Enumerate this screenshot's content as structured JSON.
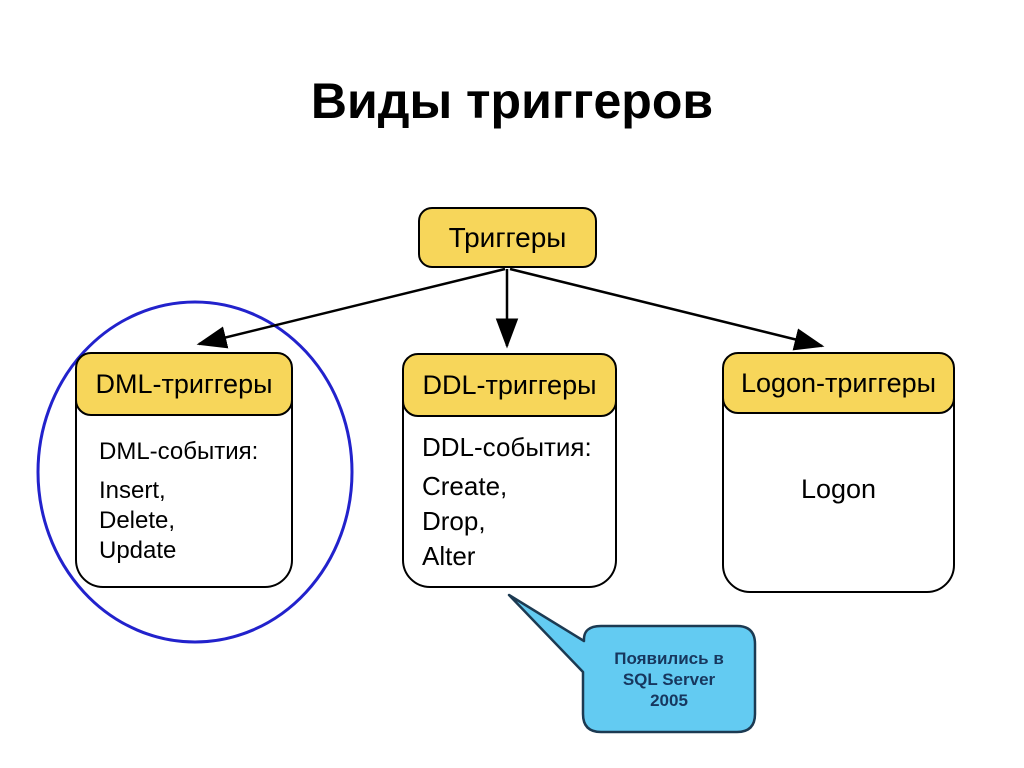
{
  "title": "Виды триггеров",
  "root_node": {
    "label": "Триггеры"
  },
  "cards": [
    {
      "header": "DML-триггеры",
      "events_label": "DML-события:",
      "events": [
        "Insert,",
        "Delete,",
        "Update"
      ]
    },
    {
      "header": "DDL-триггеры",
      "events_label": "DDL-события:",
      "events": [
        "Create,",
        "Drop,",
        "Alter"
      ]
    },
    {
      "header": "Logon-триггеры",
      "body": "Logon"
    }
  ],
  "callout": {
    "text": "Появились в\nSQL Server\n2005"
  },
  "colors": {
    "background": "#ffffff",
    "title_text": "#000000",
    "node_fill": "#f7d65a",
    "node_border": "#000000",
    "card_body_fill": "#ffffff",
    "arrow": "#000000",
    "ellipse_stroke": "#2222cc",
    "callout_fill": "#63cbf2",
    "callout_border": "#1c3a52",
    "callout_text": "#17375e"
  }
}
